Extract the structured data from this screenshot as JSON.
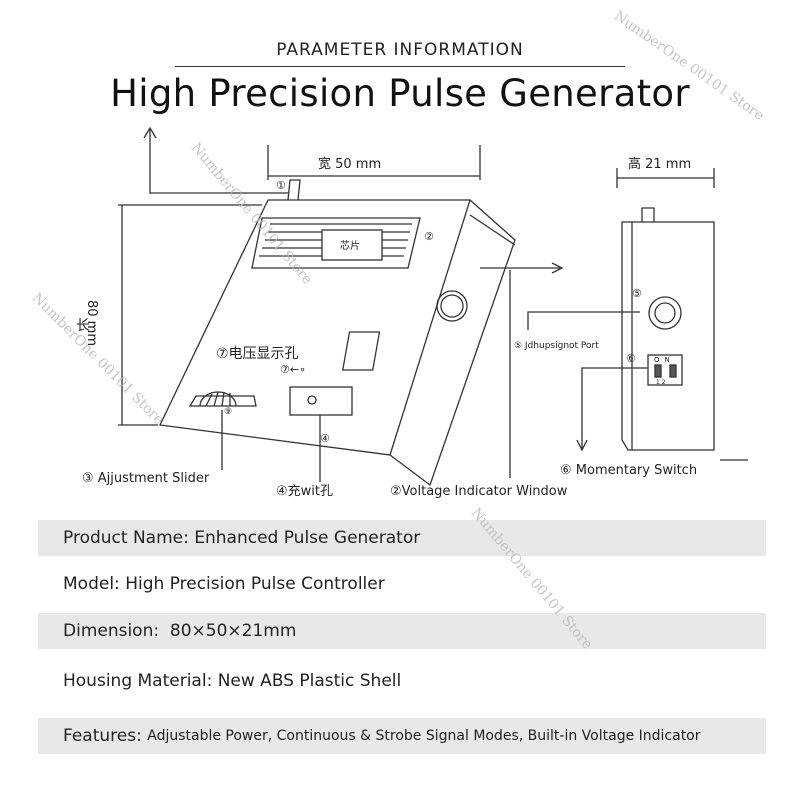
{
  "header": {
    "label": "PARAMETER INFORMATION",
    "title": "High Precision Pulse Generator"
  },
  "diagram": {
    "width_dim": "宽 50 mm",
    "length_dim_cn": "长",
    "length_dim_mm": "80 mm",
    "height_dim": "高 21 mm",
    "chip_label": "芯片",
    "marker_1": "①",
    "marker_2": "②",
    "marker_4": "④",
    "marker_5": "⑤",
    "marker_6": "⑥",
    "marker_7": "⑦←∘",
    "marker_9": "⑨",
    "voltage_hole": "⑦电压显示孔",
    "callout_adjustment": "③ Ajjustment Slider",
    "callout_charge": "④充wit孔",
    "callout_window": "②Voltage Indicator Window",
    "callout_port": "⑤ Jdhupsignot Port",
    "callout_switch": "⑥ Momentary Switch",
    "switch_text": "ON",
    "switch_numbers": "1 2"
  },
  "specs": {
    "product": {
      "label": "Product Name: ",
      "value": "Enhanced Pulse Generator"
    },
    "model": {
      "label": "Model: ",
      "value": "High Precision Pulse Controller"
    },
    "dimension": {
      "label": "Dimension:  ",
      "value": "80×50×21mm"
    },
    "material": {
      "label": "Housing Material: ",
      "value": "New ABS Plastic Shell"
    },
    "features": {
      "label": "Features: ",
      "value": "Adjustable Power, Continuous & Strobe Signal Modes, Built-in Voltage Indicator"
    }
  },
  "watermark": "NumberOne 00101 Store"
}
